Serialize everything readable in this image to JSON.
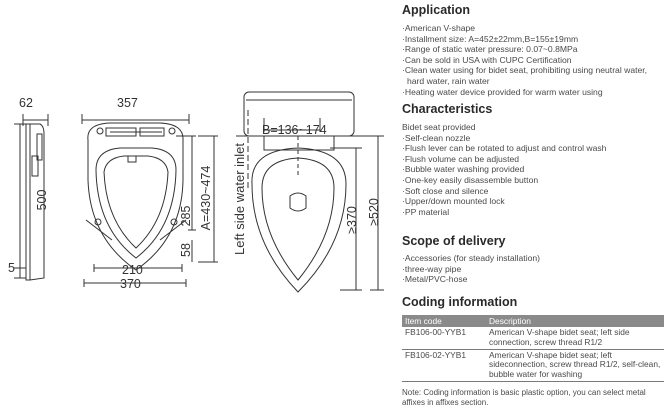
{
  "drawing": {
    "dims": {
      "side_width": "62",
      "front_width": "357",
      "side_height": "500",
      "bottom_offset": "5",
      "height_285": "285",
      "a_range": "A=430~474",
      "dim_58": "58",
      "dim_210": "210",
      "dim_370": "370",
      "b_range": "B=136~174",
      "ge_370": "≥370",
      "ge_520": "≥520"
    },
    "inlet_label": "Left side water inlet"
  },
  "spec": {
    "application_title": "Application",
    "application_items": [
      "·American V-shape",
      "·Installment size: A=452±22mm,B=155±19mm",
      "·Range of static water pressure: 0.07~0.8MPa",
      "·Can be sold in USA with CUPC Certification",
      "·Clean water using for bidet seat, prohibiting using neutral water, hard water, rain water",
      "·Heating water device provided for warm water using"
    ],
    "characteristics_title": "Characteristics",
    "characteristics_items": [
      "Bidet seat provided",
      "·Self-clean nozzle",
      "·Flush lever can be rotated to adjust and control wash",
      "·Flush volume can be adjusted",
      "·Bubble water washing provided",
      "·One-key easily disassemble button",
      "·Soft close and silence",
      "·Upper/down mounted lock",
      "·PP material"
    ],
    "delivery_title": "Scope of delivery",
    "delivery_items": [
      "·Accessories (for steady installation)",
      "·three-way pipe",
      "·Metal/PVC-hose"
    ],
    "coding_title": "Coding information",
    "coding_headers": [
      "Item code",
      "Description"
    ],
    "coding_rows": [
      {
        "code": "FB106-00-YYB1",
        "description": "American V-shape bidet seat; left side connection, screw thread R1/2"
      },
      {
        "code": "FB106-02-YYB1",
        "description": "American V-shape bidet seat; left sideconnection, screw thread R1/2, self-clean, bubble water for washing"
      }
    ],
    "note": "Note: Coding information is basic plastic option, you can select metal affixes in affixes section."
  }
}
